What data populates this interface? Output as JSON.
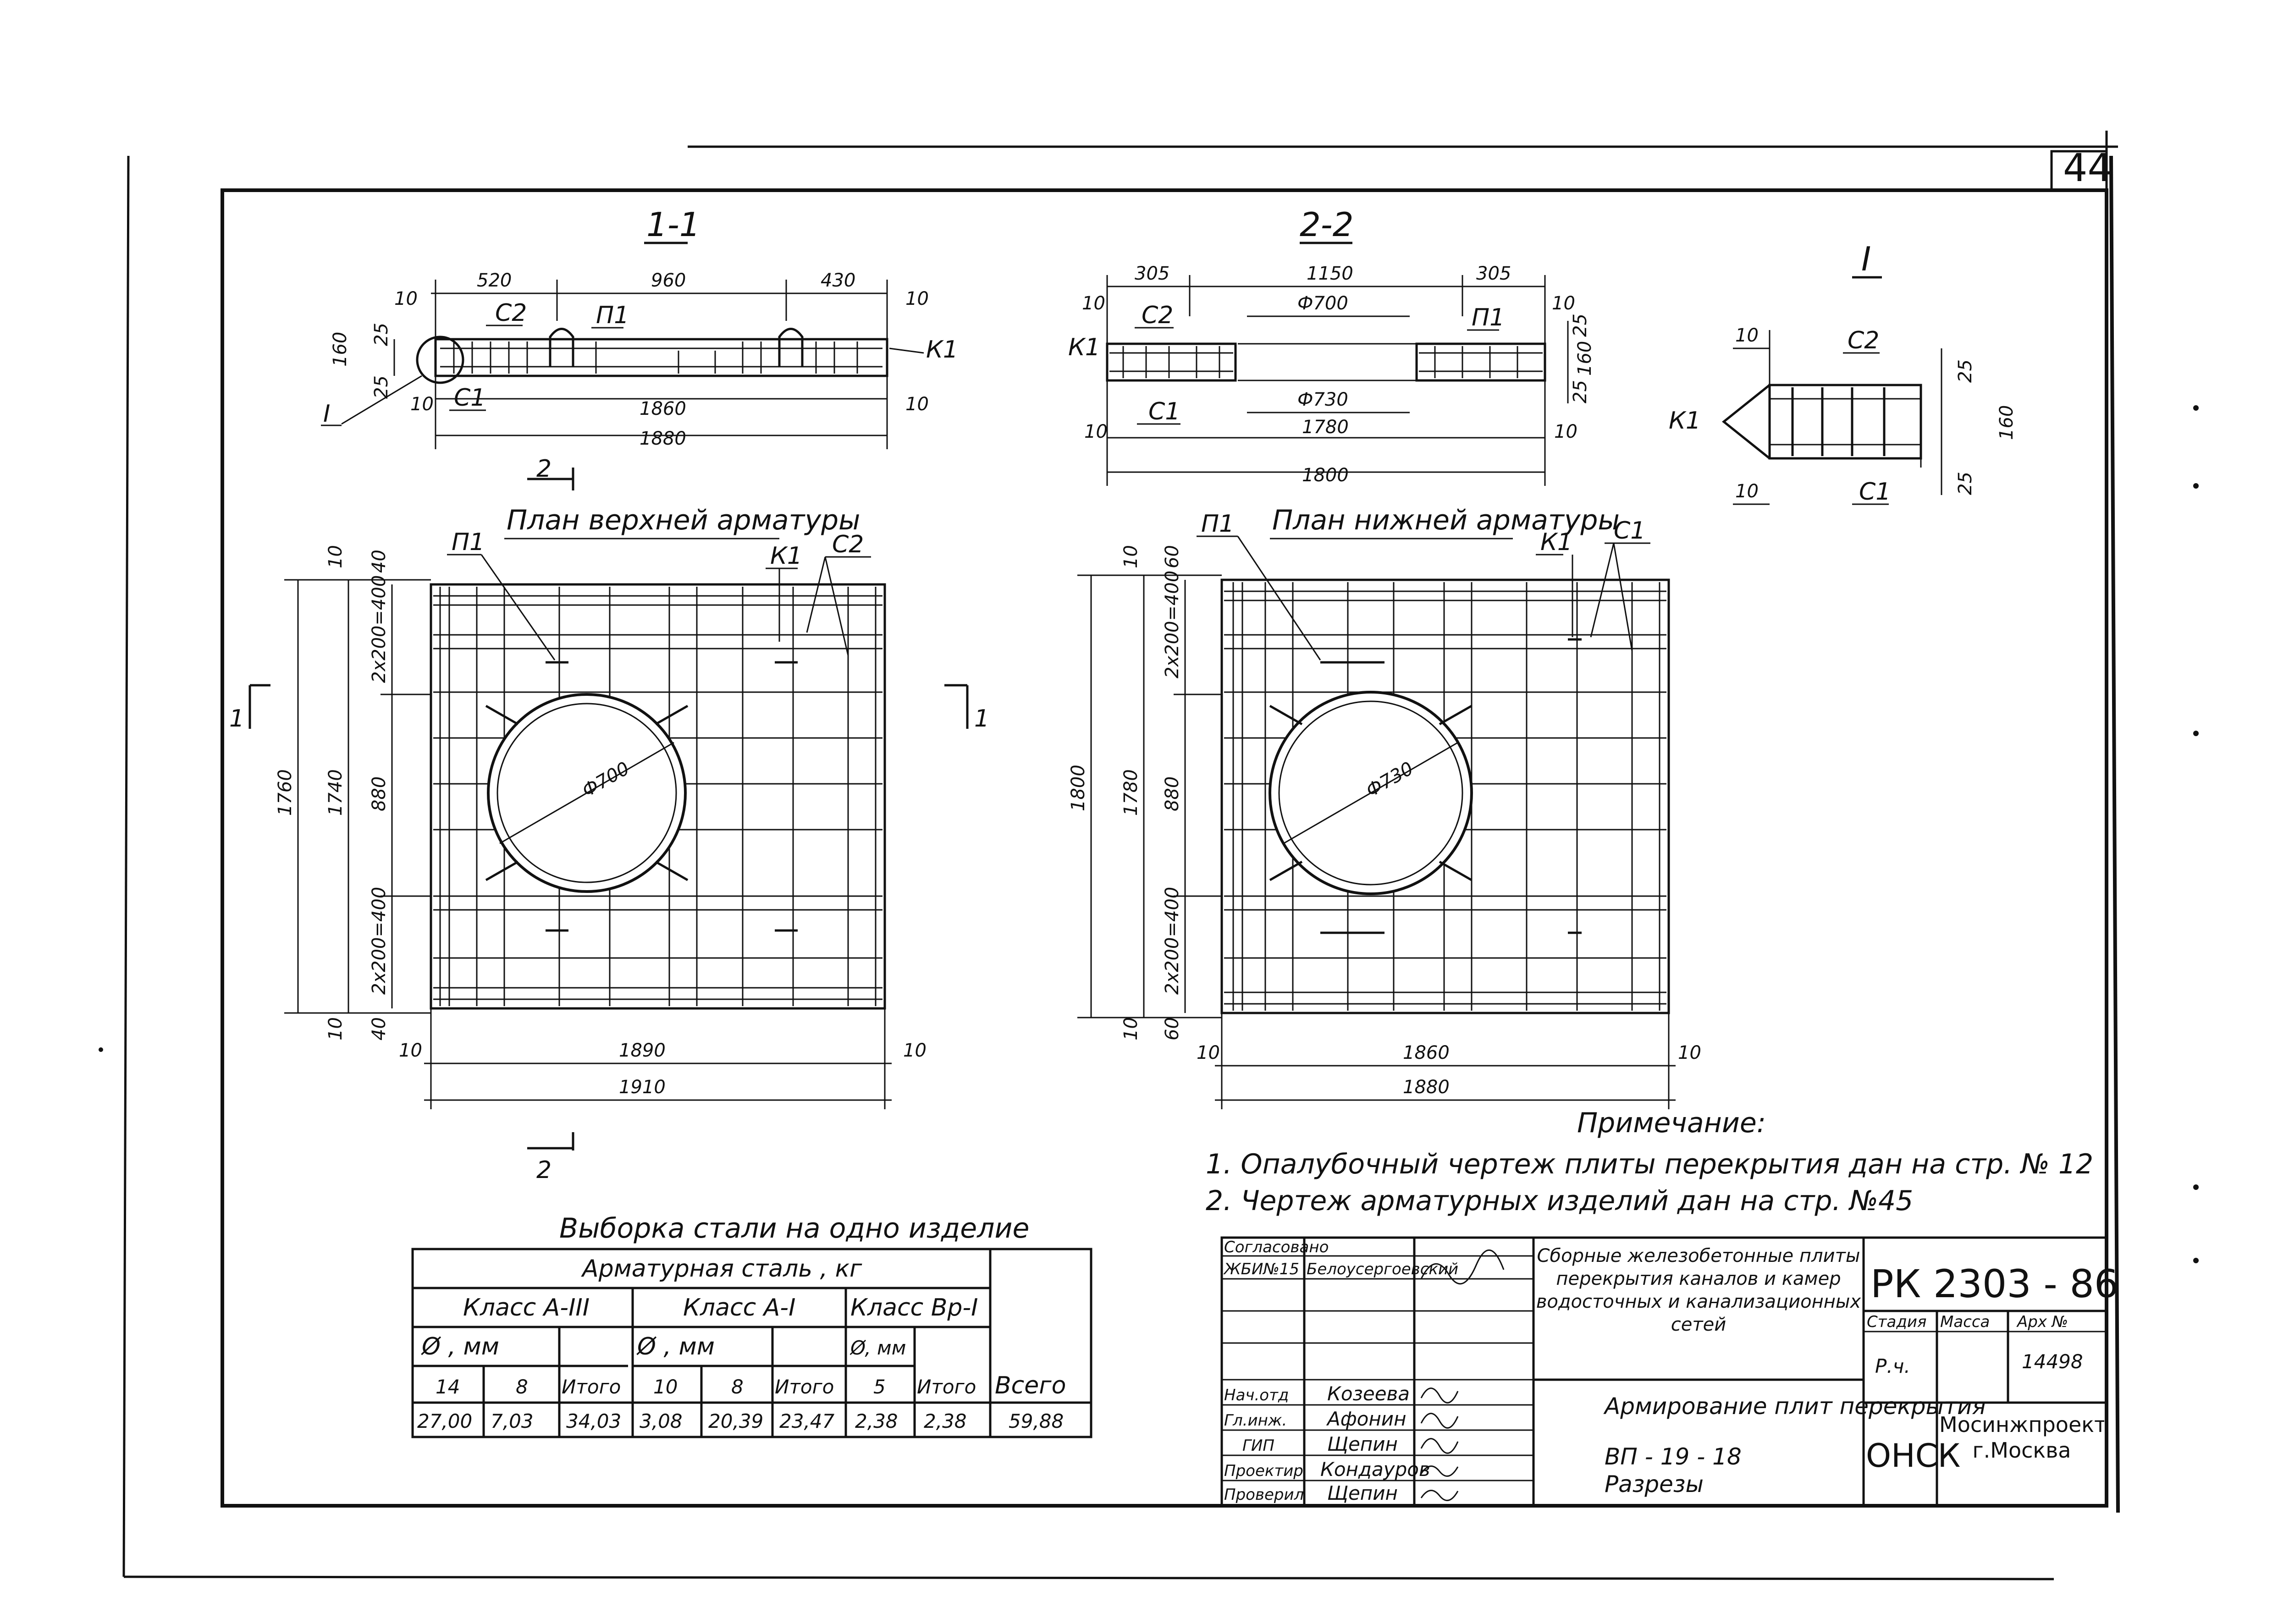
{
  "page_number": "44",
  "sections": {
    "s1": {
      "title": "1-1",
      "dims_top": [
        "520",
        "960",
        "430"
      ],
      "dim_left_10": "10",
      "dim_right_10": "10",
      "dim_160": "160",
      "dim_25a": "25",
      "dim_25b": "25",
      "dim_1860": "1860",
      "dim_1880": "1880",
      "dim_10_bl": "10",
      "dim_10_br": "10",
      "labels": {
        "c2": "С2",
        "p1": "П1",
        "k1": "К1",
        "c1": "С1",
        "mark_I": "I"
      }
    },
    "s2": {
      "title": "2-2",
      "dims_top": [
        "305",
        "1150",
        "305"
      ],
      "dim_d700": "Ф700",
      "dim_d730": "Ф730",
      "dim_1780": "1780",
      "dim_1800": "1800",
      "dim_160": "160",
      "dim_25a": "25",
      "dim_25b": "25",
      "dim_10a": "10",
      "dim_10b": "10",
      "dim_10c": "10",
      "dim_10d": "10",
      "labels": {
        "c2": "С2",
        "p1": "П1",
        "k1": "К1",
        "c1": "С1"
      }
    },
    "s3": {
      "title": "I",
      "dim_10a": "10",
      "dim_10b": "10",
      "dim_25a": "25",
      "dim_25b": "25",
      "dim_160": "160",
      "labels": {
        "c2": "С2",
        "k1": "К1",
        "c1": "С1"
      }
    }
  },
  "plan_upper": {
    "title": "План верхней арматуры",
    "label_p1": "П1",
    "label_k1": "К1",
    "label_c2": "С2",
    "cut_1_left": "1",
    "cut_1_right": "1",
    "cut_2_top": "2",
    "cut_2_bottom": "2",
    "dim_1760": "1760",
    "dim_1740": "1740",
    "dim_880": "880",
    "dim_2x200_top": "2x200=400",
    "dim_2x200_bot": "2x200=400",
    "dim_10_top": "10",
    "dim_40_top": "40",
    "dim_10_bot": "10",
    "dim_40_bot": "40",
    "dim_1890": "1890",
    "dim_1910": "1910",
    "dim_10_l": "10",
    "dim_10_r": "10",
    "hole": "Ф700"
  },
  "plan_lower": {
    "title": "План нижней арматуры",
    "label_p1": "П1",
    "label_k1": "К1",
    "label_c1": "С1",
    "dim_1800": "1800",
    "dim_1780": "1780",
    "dim_880": "880",
    "dim_2x200_top": "2x200=400",
    "dim_2x200_bot": "2x200=400",
    "dim_10_top": "10",
    "dim_60_top": "60",
    "dim_10_bot": "10",
    "dim_60_bot": "60",
    "dim_1860": "1860",
    "dim_1880": "1880",
    "dim_10_l": "10",
    "dim_10_r": "10",
    "hole": "Ф730"
  },
  "notes": {
    "title": "Примечание:",
    "n1": "1. Опалубочный чертеж плиты перекрытия дан на стр. № 12",
    "n2": "2. Чертеж арматурных изделий дан на стр. №45"
  },
  "steel_table": {
    "title": "Выборка стали на одно изделие",
    "h_main": "Арматурная сталь , кг",
    "h_total": "Всего",
    "classes": [
      "Класс А-III",
      "Класс А-I",
      "Класс Вр-I"
    ],
    "sub_d": [
      "Ø , мм",
      "Ø , мм",
      "Ø, мм"
    ],
    "cols": [
      "14",
      "8",
      "Итого",
      "10",
      "8",
      "Итого",
      "5",
      "Итого"
    ],
    "values": [
      "27,00",
      "7,03",
      "34,03",
      "3,08",
      "20,39",
      "23,47",
      "2,38",
      "2,38",
      "59,88"
    ]
  },
  "title_block": {
    "agreed": "Согласовано",
    "org": "ЖБИ№15",
    "org_person": "Белоусергоевский",
    "roles": [
      "Нач.отд",
      "Гл.инж.",
      "ГИП",
      "Проектир",
      "Проверил"
    ],
    "names": [
      "Козеева",
      "Афонин",
      "Щепин",
      "Кондауров",
      "Щепин"
    ],
    "project": "Сборные железобетонные плиты перекрытия каналов и камер водосточных и канализационных сетей",
    "sheet_title": "Армирование плит перекрытия",
    "sheet_code": "ВП - 19 - 18",
    "sheet_sub": "Разрезы",
    "doc_code": "РК 2303 - 86",
    "h_stage": "Стадия",
    "h_mass": "Масса",
    "h_arch": "Арх №",
    "stage": "Р.ч.",
    "arch": "14498",
    "dept": "ОНСК",
    "company": "Мосинжпроект г.Москва"
  }
}
